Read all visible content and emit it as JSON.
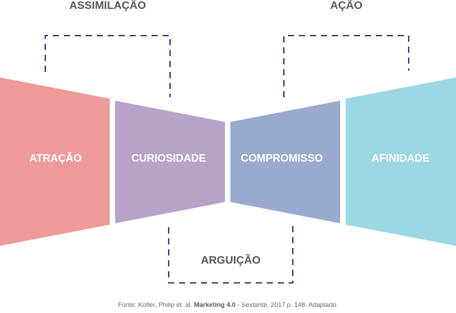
{
  "groups": {
    "assimilacao": "ASSIMILAÇÃO",
    "acao": "AÇÃO",
    "arguicao": "ARGUIÇÃO"
  },
  "stages": [
    {
      "label": "ATRAÇÃO",
      "color": "#ef9a9a"
    },
    {
      "label": "CURIOSIDADE",
      "color": "#b8a2c8"
    },
    {
      "label": "COMPROMISSO",
      "color": "#9aaace"
    },
    {
      "label": "AFINIDADE",
      "color": "#9cd8e4"
    }
  ],
  "bracket_color": "#5a2d82",
  "source": {
    "prefix": "Fonte: Kotler, Philip et. al. ",
    "title": "Marketing 4.0",
    "suffix": " - Sextante, 2017 p. 148. Adaptado."
  }
}
